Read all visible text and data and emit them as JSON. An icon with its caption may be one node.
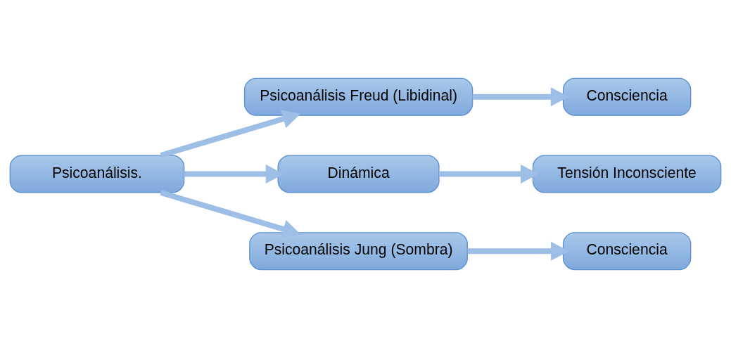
{
  "diagram": {
    "nodes": [
      {
        "text": [
          "Psicoanálisis."
        ]
      },
      {
        "text": [
          "Psicoanálisis Freud (Libidinal)"
        ]
      },
      {
        "text": [
          "Consciencia"
        ]
      },
      {
        "text": [
          "Dinámica"
        ]
      },
      {
        "text": [
          "Tensión Inconsciente"
        ]
      },
      {
        "text": [
          "Psicoanálisis Jung (Sombra)"
        ]
      },
      {
        "text": [
          "Consciencia"
        ]
      }
    ],
    "edges": [
      {
        "from": 0,
        "to": 1,
        "arrow": "to"
      },
      {
        "from": 1,
        "to": 2,
        "arrow": "to"
      },
      {
        "from": 0,
        "to": 3,
        "arrow": "to"
      },
      {
        "from": 3,
        "to": 4,
        "arrow": "to"
      },
      {
        "from": 0,
        "to": 5,
        "arrow": "to"
      },
      {
        "from": 5,
        "to": 6,
        "arrow": "to"
      }
    ]
  }
}
